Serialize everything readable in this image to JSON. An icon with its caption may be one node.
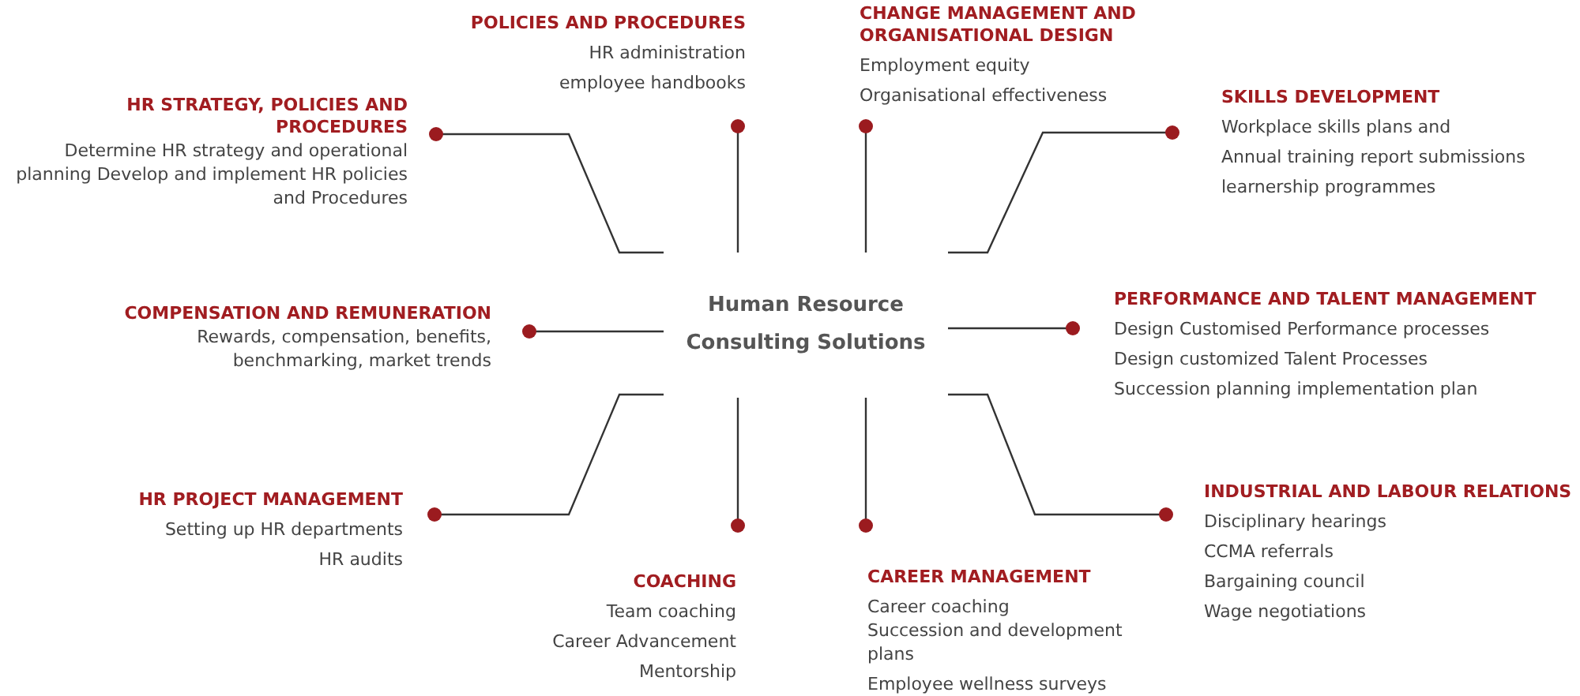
{
  "diagram": {
    "nodes": [
      {
        "text": [
          "Human Resource Consulting Solutions"
        ]
      },
      {
        "text": [
          "HR STRATEGY, POLICIES AND PROCEDURES",
          "Determine HR strategy and operational planning Develop and implement HR policies and Procedures"
        ]
      },
      {
        "text": [
          "POLICIES AND PROCEDURES",
          "HR administration",
          "employee handbooks"
        ]
      },
      {
        "text": [
          "CHANGE MANAGEMENT AND ORGANISATIONAL DESIGN",
          "Employment equity",
          "Organisational effectiveness"
        ]
      },
      {
        "text": [
          "SKILLS DEVELOPMENT",
          "Workplace skills plans and",
          "Annual training report submissions",
          "learnership programmes"
        ]
      },
      {
        "text": [
          "COMPENSATION AND REMUNERATION",
          "Rewards, compensation, benefits, benchmarking, market trends"
        ]
      },
      {
        "text": [
          "PERFORMANCE AND TALENT MANAGEMENT",
          "Design Customised Performance processes",
          "Design customized Talent Processes",
          "Succession planning implementation plan"
        ]
      },
      {
        "text": [
          "HR PROJECT MANAGEMENT",
          "Setting up HR departments",
          "HR audits"
        ]
      },
      {
        "text": [
          "COACHING",
          "Team coaching",
          "Career Advancement",
          "Mentorship"
        ]
      },
      {
        "text": [
          "CAREER MANAGEMENT",
          "Career coaching",
          "Succession and development plans",
          "Employee wellness surveys"
        ]
      },
      {
        "text": [
          "INDUSTRIAL AND LABOUR RELATIONS",
          "Disciplinary hearings",
          "CCMA referrals",
          "Bargaining council",
          "Wage negotiations"
        ]
      }
    ],
    "edges": [
      {
        "from": 0,
        "to": 1,
        "arrow": "other"
      },
      {
        "from": 0,
        "to": 2,
        "arrow": "other"
      },
      {
        "from": 0,
        "to": 3,
        "arrow": "other"
      },
      {
        "from": 0,
        "to": 4,
        "arrow": "other"
      },
      {
        "from": 0,
        "to": 5,
        "arrow": "other"
      },
      {
        "from": 0,
        "to": 6,
        "arrow": "other"
      },
      {
        "from": 0,
        "to": 7,
        "arrow": "other"
      },
      {
        "from": 0,
        "to": 8,
        "arrow": "other"
      },
      {
        "from": 0,
        "to": 9,
        "arrow": "other"
      },
      {
        "from": 0,
        "to": 10,
        "arrow": "other"
      }
    ]
  }
}
